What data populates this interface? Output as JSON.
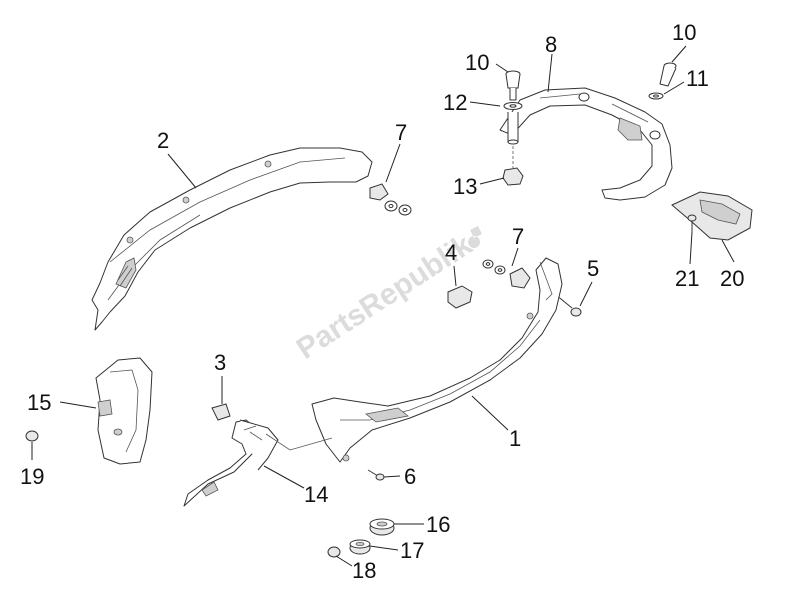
{
  "watermark": "PartsRepublik",
  "callouts": {
    "c1": "1",
    "c2": "2",
    "c3": "3",
    "c4": "4",
    "c5": "5",
    "c6": "6",
    "c7a": "7",
    "c7b": "7",
    "c8": "8",
    "c10a": "10",
    "c10b": "10",
    "c11": "11",
    "c12": "12",
    "c13": "13",
    "c14": "14",
    "c15": "15",
    "c16": "16",
    "c17": "17",
    "c18": "18",
    "c19": "19",
    "c20": "20",
    "c21": "21"
  }
}
